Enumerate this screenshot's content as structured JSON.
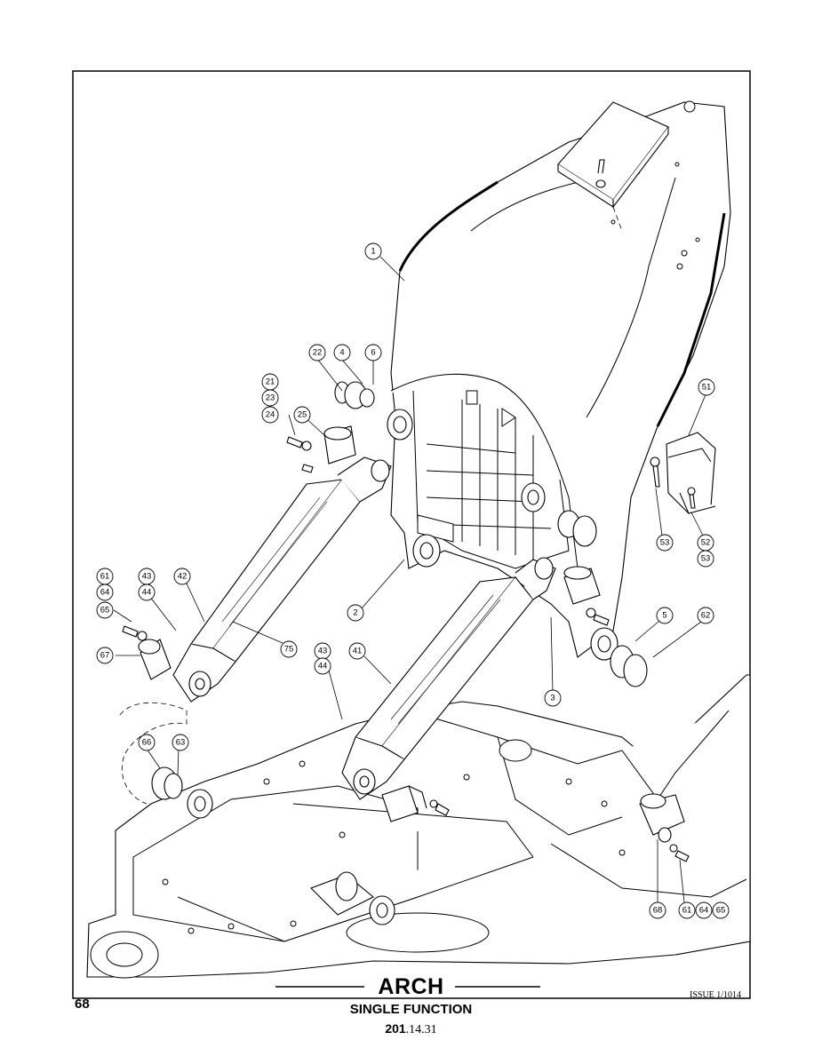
{
  "title": "ARCH",
  "subtitle": "SINGLE FUNCTION",
  "code_prefix": "201",
  "code_suffix": ".14.31",
  "page_number": "68",
  "issue": "ISSUE 1/1014",
  "callouts": {
    "c1": "1",
    "c2": "2",
    "c3": "3",
    "c4": "4",
    "c5": "5",
    "c6": "6",
    "c21": "21",
    "c23": "23",
    "c24": "24",
    "c25": "25",
    "c22": "22",
    "c41": "41",
    "c42": "42",
    "c43a": "43",
    "c44a": "44",
    "c43b": "43",
    "c44b": "44",
    "c51": "51",
    "c52": "52",
    "c53a": "53",
    "c53b": "53",
    "c61a": "61",
    "c64a": "64",
    "c65a": "65",
    "c67": "67",
    "c62": "62",
    "c63": "63",
    "c66": "66",
    "c68": "68",
    "c61b": "61",
    "c64b": "64",
    "c65b": "65",
    "c75": "75"
  }
}
